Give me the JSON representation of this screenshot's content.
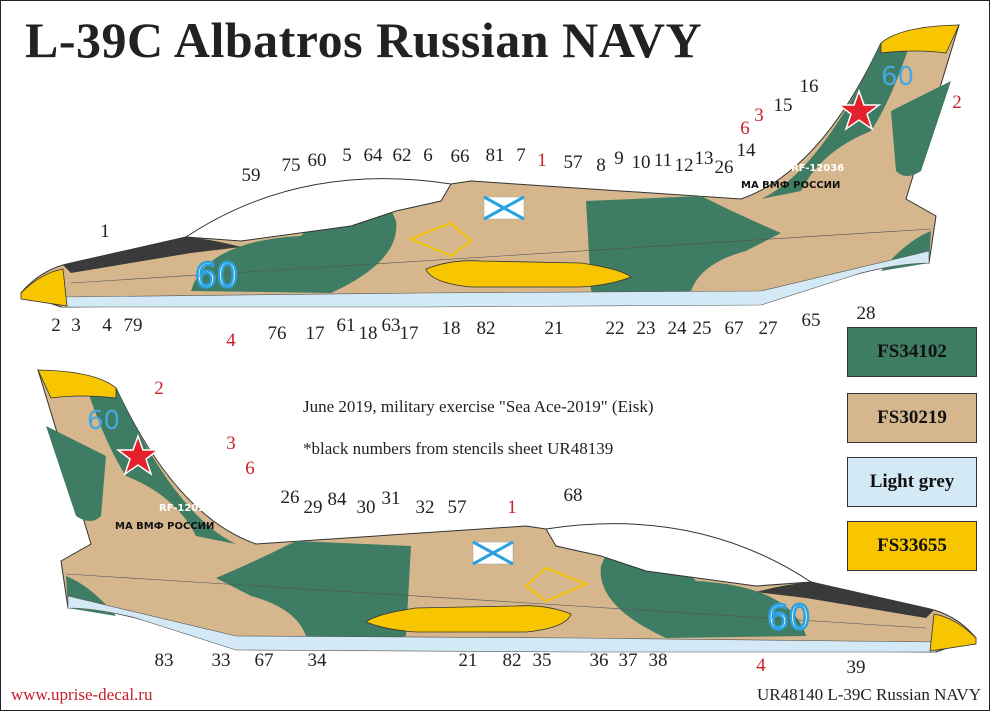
{
  "title": "L-39C Albatros Russian NAVY",
  "captions": [
    "June 2019, military exercise \"Sea Ace-2019\" (Eisk)",
    "*black numbers from stencils sheet UR48139"
  ],
  "swatches": [
    {
      "label": "FS34102",
      "color": "#3f7c64"
    },
    {
      "label": "FS30219",
      "color": "#d6b78d"
    },
    {
      "label": "Light grey",
      "color": "#d3eaf6"
    },
    {
      "label": "FS33655",
      "color": "#f7c600"
    }
  ],
  "colors": {
    "green": "#3f7c64",
    "tan": "#d6b78d",
    "light_grey": "#d3eaf6",
    "yellow": "#f7c600",
    "antiglare": "#3a3a3a",
    "callout_red": "#c8202a",
    "number_blue": "#2aa0de"
  },
  "markings": {
    "side_number": "60",
    "registration": "RF-12036",
    "inscription": "МА ВМФ РОССИИ"
  },
  "top_view_labels": [
    "1",
    "59",
    "75",
    "60",
    "5",
    "64",
    "62",
    "6",
    "66",
    "81",
    "7",
    "1",
    "57",
    "8",
    "9",
    "10",
    "11",
    "12",
    "13",
    "26",
    "14",
    "6",
    "3",
    "15",
    "16",
    "2",
    "2",
    "3",
    "4",
    "79",
    "4",
    "76",
    "17",
    "61",
    "18",
    "63",
    "17",
    "18",
    "82",
    "21",
    "22",
    "23",
    "24",
    "25",
    "67",
    "27",
    "65",
    "28"
  ],
  "bottom_view_labels": [
    "2",
    "3",
    "6",
    "26",
    "29",
    "84",
    "30",
    "31",
    "32",
    "57",
    "1",
    "68",
    "83",
    "33",
    "67",
    "34",
    "21",
    "82",
    "35",
    "36",
    "37",
    "38",
    "4",
    "39"
  ],
  "website": "www.uprise-decal.ru",
  "footer": "UR48140 L-39C Russian NAVY"
}
